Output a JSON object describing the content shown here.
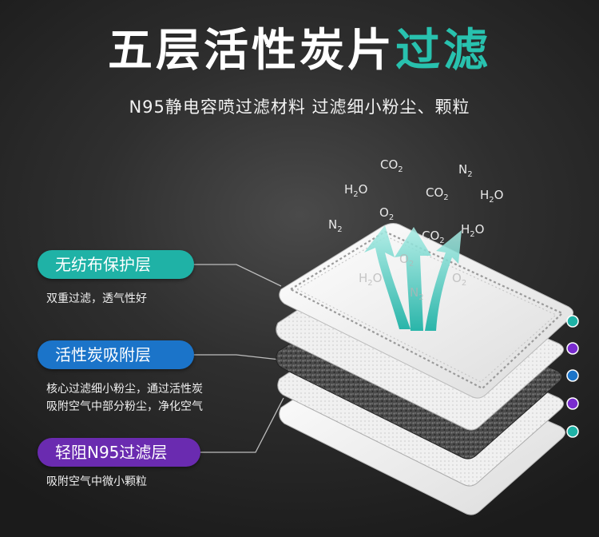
{
  "title": {
    "main": "五层活性炭片",
    "highlight": "过滤"
  },
  "subtitle": "N95静电容喷过滤材料  过滤细小粉尘、颗粒",
  "layers": [
    {
      "label": "无纺布保护层",
      "desc": [
        "双重过滤，透气性好"
      ],
      "color": "#1fb2a6"
    },
    {
      "label": "活性炭吸附层",
      "desc": [
        "核心过滤细小粉尘，通过活性炭",
        "吸附空气中部分粉尘，净化空气"
      ],
      "color": "#1b74c9"
    },
    {
      "label": "轻阻N95过滤层",
      "desc": [
        "吸附空气中微小颗粒"
      ],
      "color": "#6a2bb0"
    }
  ],
  "dots": [
    "#1fb2a6",
    "#7a2ccf",
    "#1b74c9",
    "#7a2ccf",
    "#1fb2a6"
  ],
  "molecules": {
    "co2_a": "CO2",
    "n2_a": "N2",
    "h2o_a": "H2O",
    "co2_b": "CO2",
    "h2o_b": "H2O",
    "n2_b": "N2",
    "o2_a": "O2",
    "co2_c": "CO2",
    "h2o_c": "H2O",
    "o2_b": "O2",
    "h2o_d": "H2O",
    "o2_c": "O2",
    "n2_c": "N2"
  }
}
